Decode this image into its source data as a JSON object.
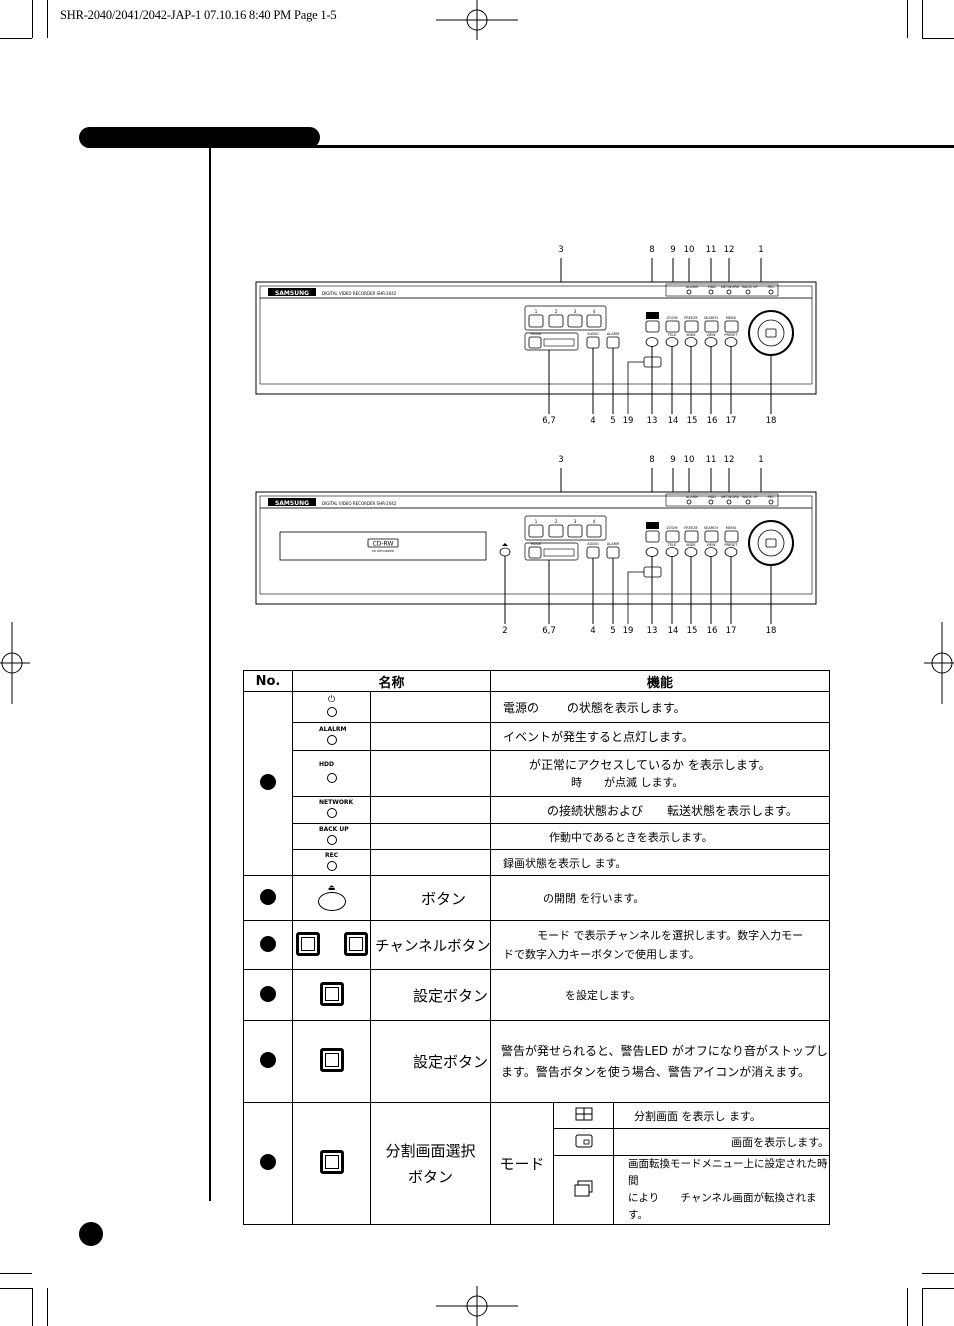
{
  "header": {
    "print_line": "SHR-2040/2041/2042-JAP-1  07.10.16 8:40 PM  Page 1-5"
  },
  "figure1": {
    "top_labels": [
      "3",
      "8",
      "9",
      "10",
      "11",
      "12",
      "1"
    ],
    "bottom_labels": [
      "6,7",
      "4",
      "5",
      "19",
      "13",
      "14",
      "15",
      "16",
      "17",
      "18"
    ]
  },
  "figure2": {
    "top_labels": [
      "3",
      "8",
      "9",
      "10",
      "11",
      "12",
      "1"
    ],
    "bottom_labels": [
      "2",
      "6,7",
      "4",
      "5",
      "19",
      "13",
      "14",
      "15",
      "16",
      "17",
      "18"
    ],
    "cd_label": "CD-RW",
    "cd_sub": "CD RECORDER"
  },
  "device": {
    "brand": "SAMSUNG",
    "model_text": "DIGITAL VIDEO RECORDER SHR-2042",
    "channel_numbers": [
      "1",
      "2",
      "3",
      "4"
    ],
    "led_labels": [
      "ALARM",
      "HDD",
      "NETWORK",
      "BACK UP",
      "REC"
    ],
    "upper_key_labels": [
      "PTZ",
      "ZOOM",
      "FREEZE",
      "SEARCH",
      "MENU"
    ],
    "lower_key_labels": [
      "TELE",
      "WIDE",
      "VIEW",
      "PRESET"
    ],
    "mode_label": "MODE",
    "audio_label": "AUDIO",
    "alarm_label": "ALARM"
  },
  "table": {
    "headers": {
      "no": "No.",
      "name": "名称",
      "func": "機能"
    },
    "led_rows": [
      {
        "label": "",
        "func": "電源の　　 の状態を表示します。"
      },
      {
        "label": "ALALRM",
        "func": "イベントが発生すると点灯します。"
      },
      {
        "label": "HDD",
        "func1": "が正常にアクセスしているか を表示します。",
        "func2": "時　　が点滅 します。"
      },
      {
        "label": "NETWORK",
        "func": "の接続状態および　　転送状態を表示します。"
      },
      {
        "label": "BACK UP",
        "func": "作動中であるときを表示します。"
      },
      {
        "label": "REC",
        "func": "録画状態を表示し ます。"
      }
    ],
    "row2": {
      "name": "ボタン",
      "func": "の開閉 を行います。"
    },
    "row3": {
      "name": "チャンネルボタン",
      "func1": "モード で表示チャンネルを選択します。数字入力モー",
      "func2": "ドで数字入力キーボタンで使用します。"
    },
    "row4": {
      "name": "設定ボタン",
      "func": "を設定します。"
    },
    "row5": {
      "name": "設定ボタン",
      "func1": "警告が発せられると、警告LED がオフになり音がストップし",
      "func2": "ます。警告ボタンを使う場合、警告アイコンが消えます。"
    },
    "row6": {
      "name1": "分割画面選択",
      "name2": "ボタン",
      "mode": "モード",
      "sub": [
        {
          "icon": "quad-split-icon",
          "text": "分割画面 を表示し ます。"
        },
        {
          "icon": "single-screen-icon",
          "text": "画面を表示します。"
        },
        {
          "icon": "sequence-icon",
          "text1": "画面転換モードメニュー上に設定された時間",
          "text2": "により　　チャンネル画面が転換されます。"
        }
      ]
    }
  }
}
